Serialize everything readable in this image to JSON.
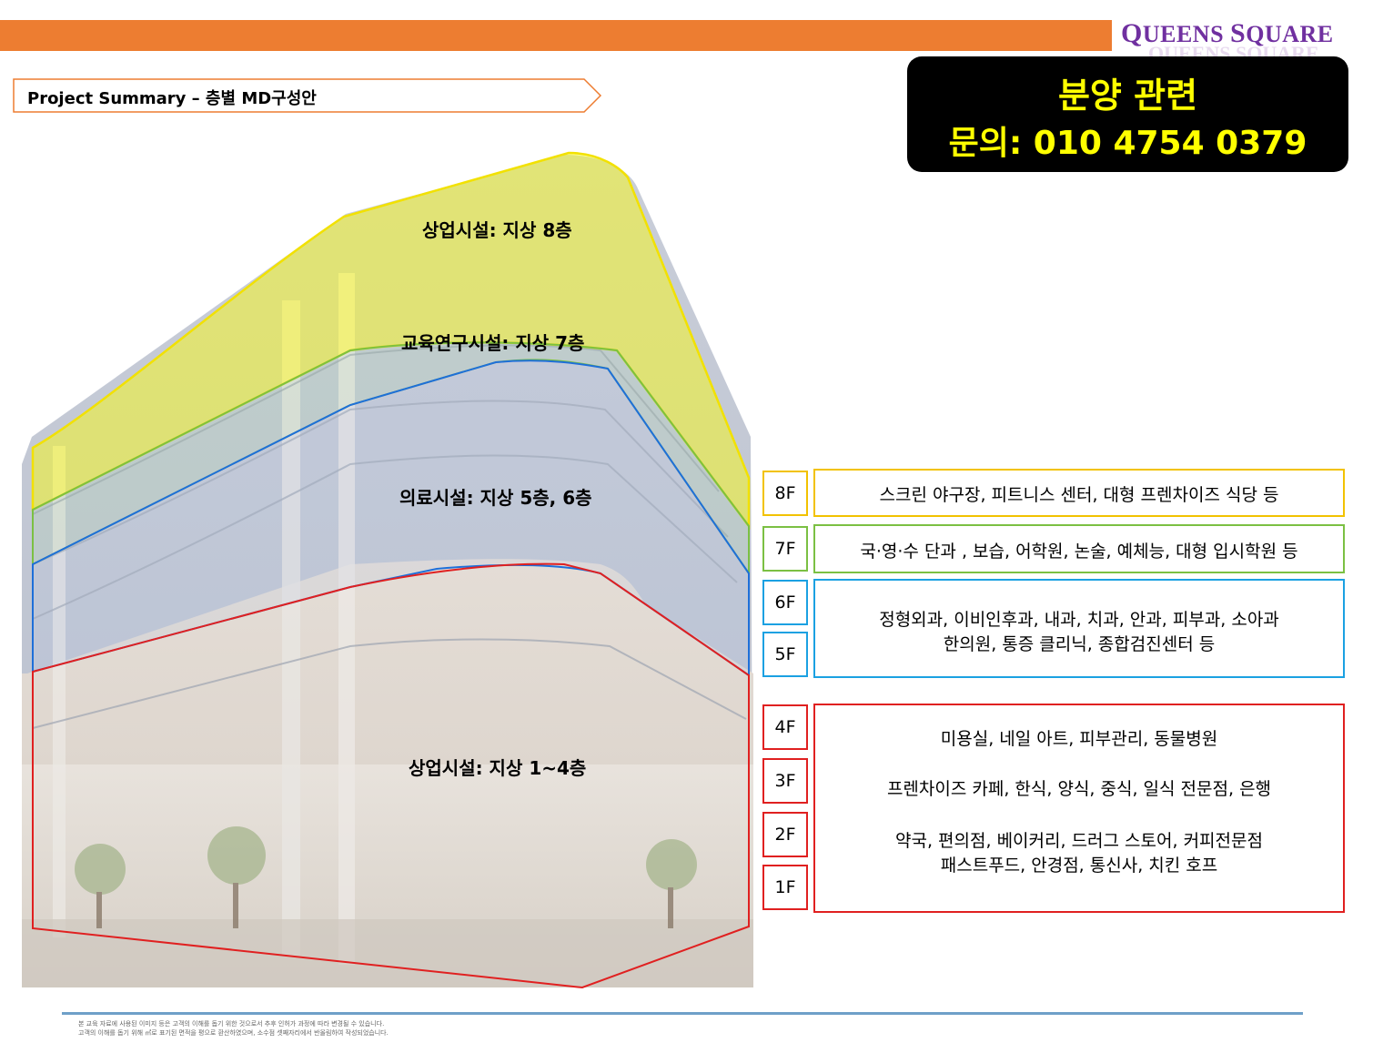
{
  "header": {
    "logo_first": "Q",
    "logo_rest1": "UEENS ",
    "logo_s": "S",
    "logo_rest2": "QUARE",
    "summary": "Project Summary – 층별 MD구성안",
    "accent_color": "#ED7D31",
    "logo_color": "#7030A0"
  },
  "contact": {
    "line1": "분양 관련",
    "line2": "문의: 010 4754 0379",
    "text_color": "#FFFF00"
  },
  "building_labels": {
    "f8": "상업시설: 지상 8층",
    "f7": "교육연구시설: 지상 7층",
    "f56": "의료시설: 지상 5층, 6층",
    "f14": "상업시설: 지상 1~4층"
  },
  "floors": {
    "f8": "8F",
    "f7": "7F",
    "f6": "6F",
    "f5": "5F",
    "f4": "4F",
    "f3": "3F",
    "f2": "2F",
    "f1": "1F"
  },
  "descriptions": {
    "f8": "스크린 야구장, 피트니스 센터, 대형 프렌차이즈 식당 등",
    "f7": "국·영·수 단과 , 보습, 어학원, 논술, 예체능, 대형 입시학원 등",
    "f56_line1": "정형외과, 이비인후과, 내과, 치과, 안과, 피부과, 소아과",
    "f56_line2": "한의원, 통증 클리닉, 종합검진센터 등",
    "f14_line1": "미용실, 네일 아트, 피부관리, 동물병원",
    "f14_line2": "프렌차이즈 카페, 한식, 양식, 중식, 일식 전문점, 은행",
    "f14_line3": "약국, 편의점, 베이커리, 드러그 스토어, 커피전문점",
    "f14_line4": "패스트푸드, 안경점, 통신사, 치킨 호프"
  },
  "colors": {
    "f8": "#F2C200",
    "f7": "#7BC043",
    "f56": "#1BA1E2",
    "f14": "#E02020"
  },
  "disclaimer": {
    "line1": "본 교육 자료에 사용된 이미지 등은 고객의 이해를 돕기 위한 것으로서 추후 인허가 과정에 따라 변경될 수 있습니다.",
    "line2": "고객의 이해를 돕기 위해 ㎡로 표기된 면적을 평으로 환산하였으며, 소수점 셋째자리에서 반올림하여 작성되었습니다."
  }
}
